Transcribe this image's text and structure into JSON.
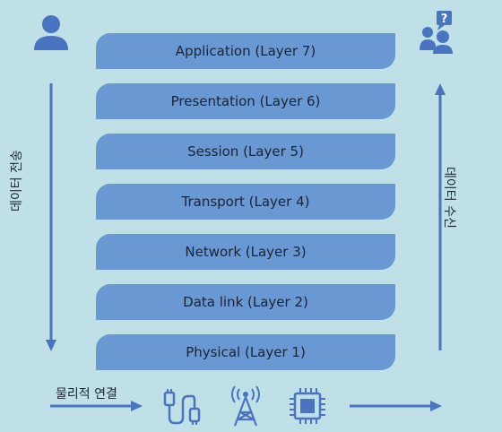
{
  "layers": [
    {
      "label": "Application (Layer 7)"
    },
    {
      "label": "Presentation (Layer 6)"
    },
    {
      "label": "Session (Layer 5)"
    },
    {
      "label": "Transport (Layer 4)"
    },
    {
      "label": "Network (Layer 3)"
    },
    {
      "label": "Data link (Layer 2)"
    },
    {
      "label": "Physical (Layer 1)"
    }
  ],
  "left": {
    "label": "데이터 전송",
    "icon": "user-icon"
  },
  "right": {
    "label": "데이터 수신",
    "icon": "users-question-icon",
    "badge": "?"
  },
  "bottom": {
    "label": "물리적 연결",
    "icons": [
      "cable-icon",
      "antenna-tower-icon",
      "chip-icon"
    ]
  },
  "colors": {
    "background": "#bfe0e6",
    "layer": "#6a98d2",
    "accent": "#4a73c0",
    "text": "#1a2436"
  }
}
